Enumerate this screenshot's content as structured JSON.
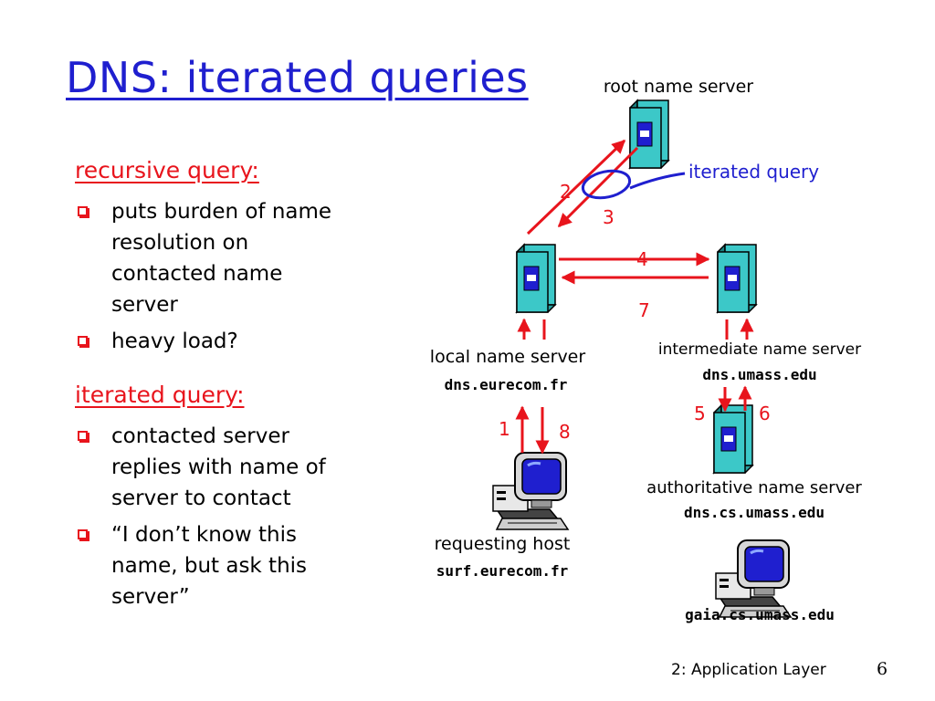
{
  "title": "DNS: iterated queries",
  "sections": [
    {
      "heading": "recursive query:",
      "bullets": [
        "puts burden of name resolution on contacted name server",
        "heavy load?"
      ]
    },
    {
      "heading": "iterated query:",
      "bullets": [
        "contacted server replies with name of server to contact",
        "“I don’t know this name, but ask this server”"
      ]
    }
  ],
  "diagram": {
    "root_server": {
      "label": "root name server"
    },
    "local_server": {
      "label": "local name server",
      "host": "dns.eurecom.fr"
    },
    "intermediate_server": {
      "label": "intermediate name server",
      "host": "dns.umass.edu"
    },
    "authoritative_server": {
      "label": "authoritative name server",
      "host": "dns.cs.umass.edu"
    },
    "requesting_host": {
      "label": "requesting host",
      "host": "surf.eurecom.fr"
    },
    "target_host": {
      "host": "gaia.cs.umass.edu"
    },
    "iterated_query_label": "iterated query",
    "steps": [
      "1",
      "2",
      "3",
      "4",
      "5",
      "6",
      "7",
      "8"
    ]
  },
  "footer": {
    "text": "2: Application Layer",
    "page": "6"
  },
  "colors": {
    "title": "#1f1fcf",
    "accent": "#e8141c",
    "server": "#3cc8c8",
    "window": "#1f1fcf"
  }
}
